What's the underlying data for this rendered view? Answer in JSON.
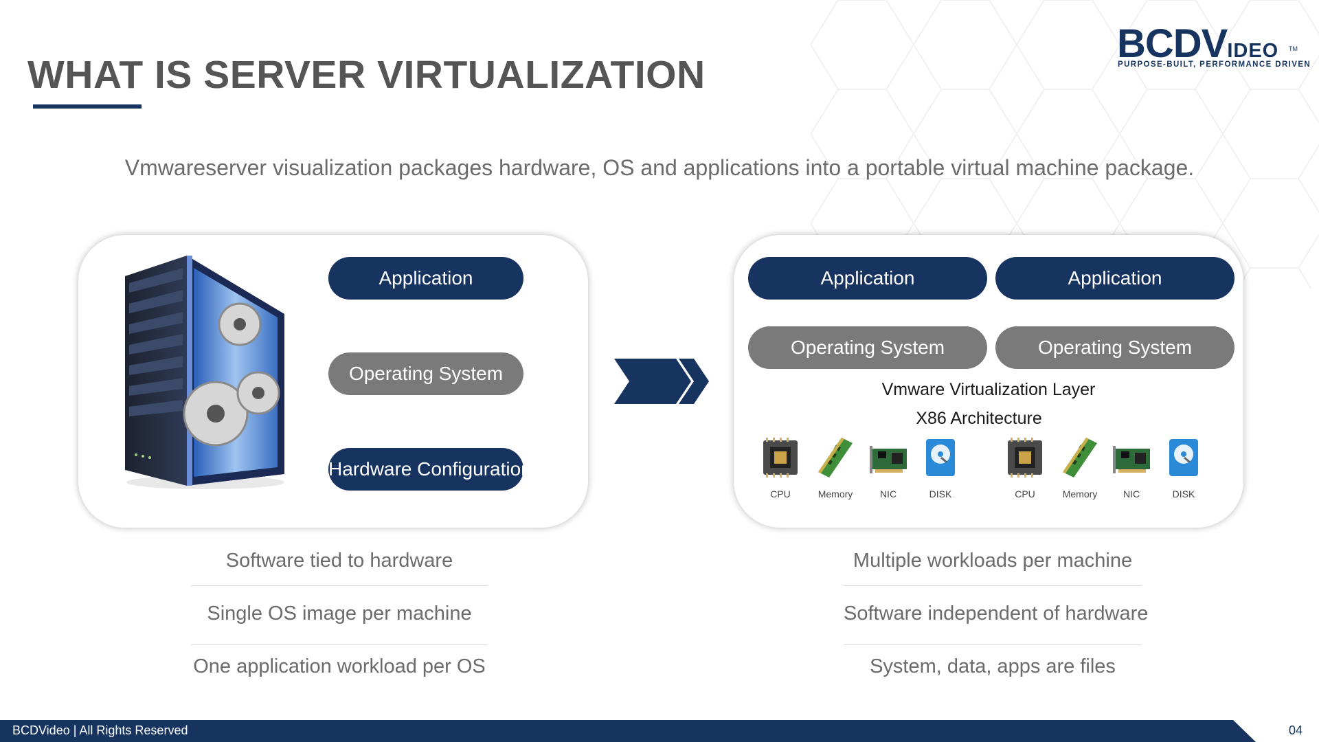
{
  "slide": {
    "title": "WHAT IS SERVER VIRTUALIZATION",
    "subtitle": "Vmwareserver visualization packages hardware, OS and applications into a portable virtual machine package."
  },
  "logo": {
    "main_large": "BCDV",
    "main_small": "IDEO",
    "trademark": "TM",
    "tagline": "PURPOSE-BUILT, PERFORMANCE DRIVEN"
  },
  "left_panel": {
    "pills": [
      "Application",
      "Operating System",
      "Hardware Configuration"
    ]
  },
  "right_panel": {
    "vm1": {
      "application": "Application",
      "os": "Operating System"
    },
    "vm2": {
      "application": "Application",
      "os": "Operating System"
    },
    "virtualization_layer": "Vmware Virtualization Layer",
    "architecture": "X86 Architecture",
    "hardware_groups": [
      [
        "CPU",
        "Memory",
        "NIC",
        "DISK"
      ],
      [
        "CPU",
        "Memory",
        "NIC",
        "DISK"
      ]
    ]
  },
  "left_bullets": [
    "Software tied to hardware",
    "Single OS image per machine",
    "One application workload per OS"
  ],
  "right_bullets": [
    "Multiple workloads per machine",
    "Software independent of hardware",
    "System, data, apps are files"
  ],
  "footer": {
    "text": "BCDVideo | All Rights Reserved",
    "page_number": "04"
  },
  "colors": {
    "navy": "#16345f",
    "gray_pill": "#7a7a7a",
    "text_gray": "#6b6b6b"
  },
  "icons": [
    "server-tower-icon",
    "chevron-arrow-icon",
    "cpu-icon",
    "memory-icon",
    "nic-icon",
    "disk-icon"
  ]
}
